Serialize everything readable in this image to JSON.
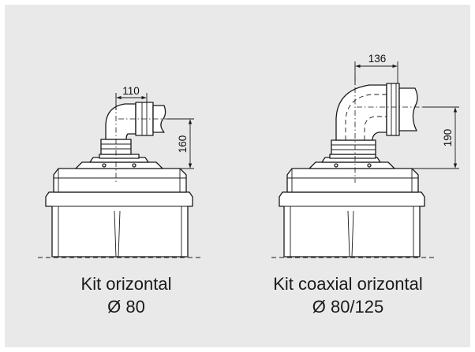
{
  "left_kit": {
    "name": "Kit orizontal",
    "diameter": "Ø 80",
    "dim_horizontal": "110",
    "dim_vertical": "160"
  },
  "right_kit": {
    "name": "Kit coaxial orizontal",
    "diameter": "Ø 80/125",
    "dim_horizontal": "136",
    "dim_vertical": "190"
  },
  "colors": {
    "panel_background": "#e9e9ea",
    "boiler_fill": "#ffffff",
    "line": "#1a1a1a"
  }
}
